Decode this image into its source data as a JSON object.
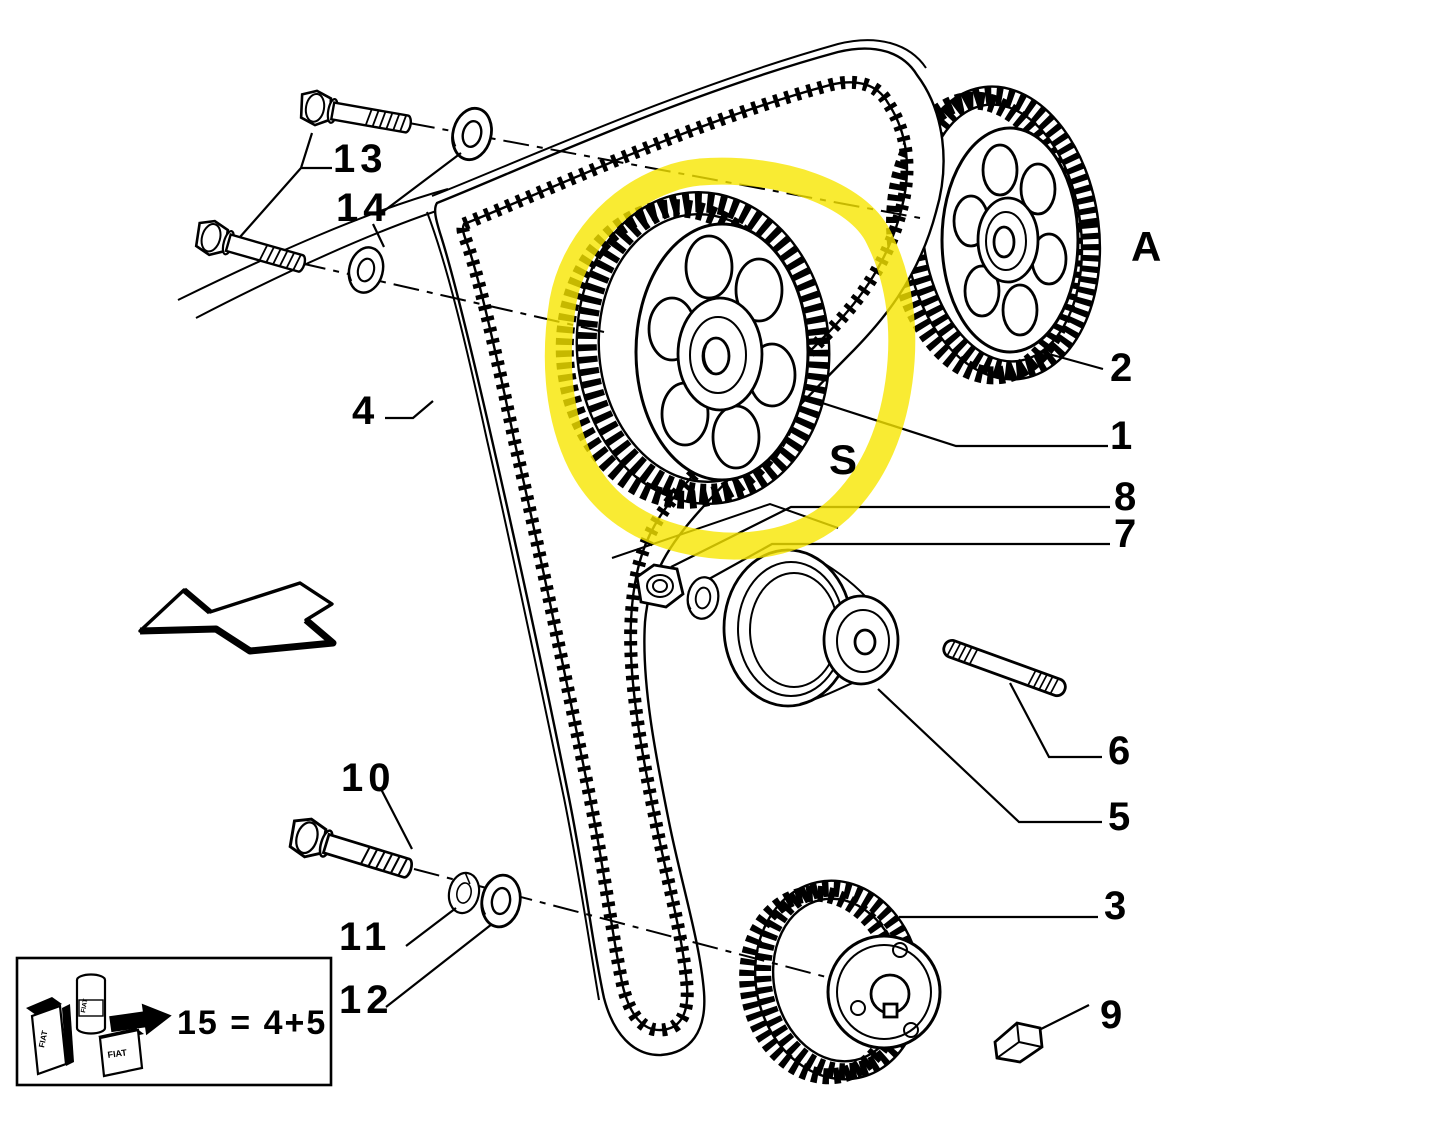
{
  "diagram": {
    "description": "Timing belt and sprockets exploded parts drawing",
    "colors": {
      "line": "#000000",
      "background": "#ffffff",
      "highlight": "#f6e600"
    },
    "callouts": {
      "c1": "1",
      "c2": "2",
      "c3": "3",
      "c4": "4",
      "c5": "5",
      "c6": "6",
      "c7": "7",
      "c8": "8",
      "c9": "9",
      "c10": "10",
      "c11": "11",
      "c12": "12",
      "c13": "13",
      "c14": "14"
    },
    "markings": {
      "cam_a": "A",
      "cam_s": "S"
    },
    "legend": {
      "equation": "15 = 4+5",
      "brand": "FIAT"
    }
  }
}
